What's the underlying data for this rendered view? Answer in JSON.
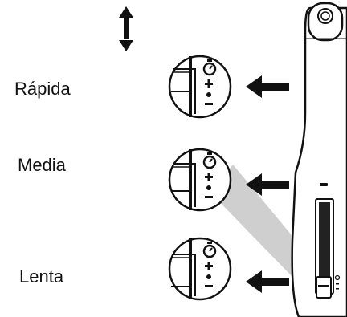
{
  "speed_levels": [
    {
      "label": "Rápida",
      "setting": "fast"
    },
    {
      "label": "Media",
      "setting": "medium"
    },
    {
      "label": "Lenta",
      "setting": "slow"
    }
  ],
  "colors": {
    "ink": "#111111",
    "device_fill": "#ffffff",
    "beam": "#cfcfcf"
  },
  "icons": [
    "up-down-arrow-icon",
    "stopwatch-icon",
    "plus-icon",
    "dot-icon",
    "minus-icon",
    "left-arrow-icon"
  ]
}
